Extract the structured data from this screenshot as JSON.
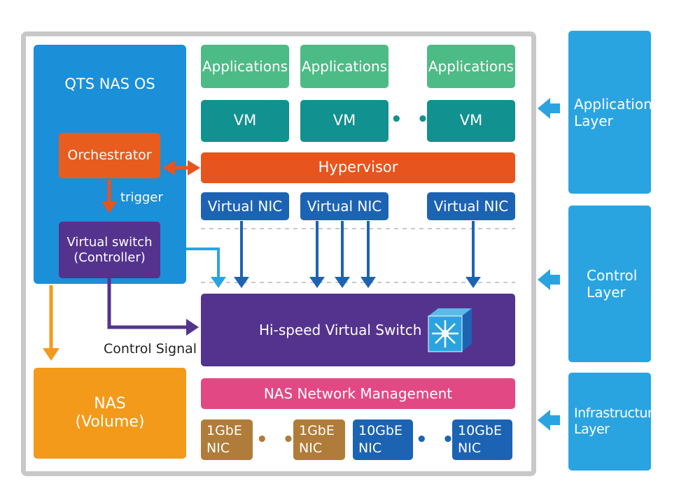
{
  "os": {
    "title": "QTS NAS OS"
  },
  "orchestrator": {
    "label": "Orchestrator"
  },
  "trigger": {
    "label": "trigger"
  },
  "vswitch_ctrl": {
    "line1": "Virtual switch",
    "line2": "(Controller)"
  },
  "control_signal": {
    "label": "Control Signal"
  },
  "nas": {
    "line1": "NAS",
    "line2": "(Volume)"
  },
  "applications": [
    "Applications",
    "Applications",
    "Applications"
  ],
  "vms": [
    "VM",
    "VM",
    "VM"
  ],
  "ellipsis": "• • •",
  "hypervisor": {
    "label": "Hypervisor"
  },
  "virtual_nics": [
    "Virtual NIC",
    "Virtual NIC",
    "Virtual NIC"
  ],
  "hi_speed_switch": {
    "label": "Hi-speed Virtual Switch"
  },
  "nas_network": {
    "label": "NAS Network Management"
  },
  "nics": [
    {
      "line1": "1GbE",
      "line2": "NIC"
    },
    {
      "line1": "1GbE",
      "line2": "NIC"
    },
    {
      "line1": "10GbE",
      "line2": "NIC"
    },
    {
      "line1": "10GbE",
      "line2": "NIC"
    }
  ],
  "layers": [
    {
      "line1": "Application",
      "line2": "Layer"
    },
    {
      "line1": "Control",
      "line2": "Layer"
    },
    {
      "line1": "Infrastructure",
      "line2": "Layer"
    }
  ],
  "colors": {
    "os_blue": "#1b8fd8",
    "orchestrator": "#e85c1e",
    "hypervisor": "#e8541e",
    "purple": "#54338e",
    "nas_orange": "#f39a1a",
    "pink": "#e24984",
    "app_green": "#4dbb86",
    "vm_teal": "#11918f",
    "nic_blue": "#1d63b3",
    "nic_brown": "#b07c3a",
    "layer_blue": "#2aa4e0"
  }
}
